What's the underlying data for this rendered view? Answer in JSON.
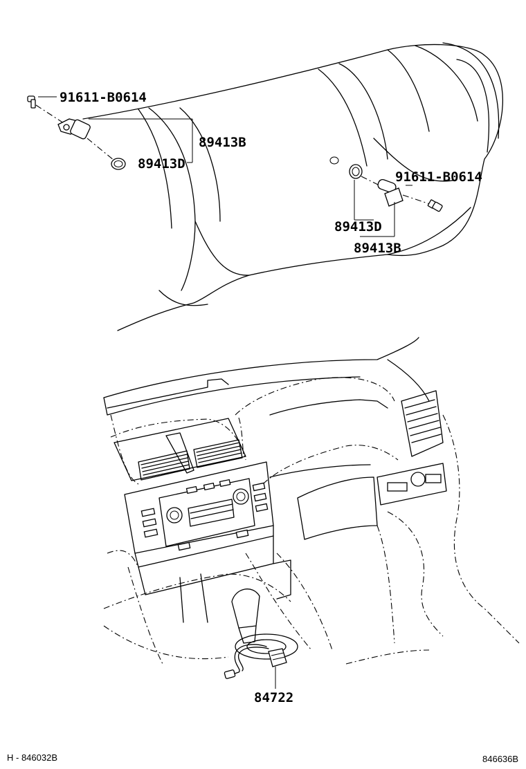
{
  "labels": {
    "top_left_bolt": "91611-B0614",
    "top_left_sensor": "89413B",
    "top_left_oring": "89413D",
    "right_bolt": "91611-B0614",
    "right_oring": "89413D",
    "right_sensor": "89413B",
    "shift_sensor": "84722"
  },
  "codes": {
    "left": "H - 846032B",
    "right": "846636B"
  }
}
